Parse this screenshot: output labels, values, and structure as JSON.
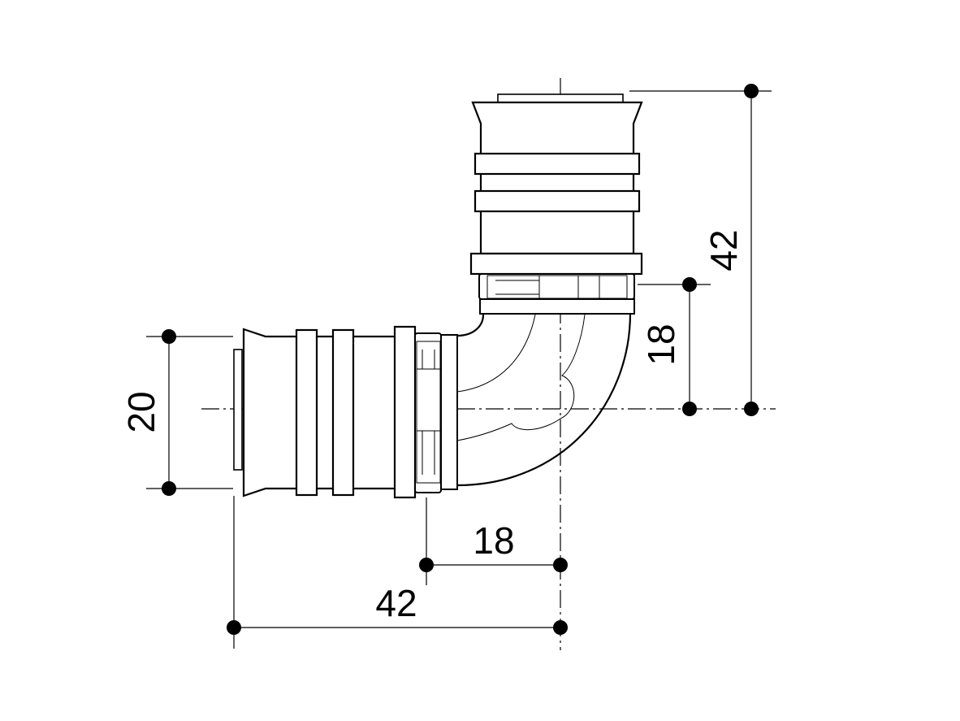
{
  "dimensions": {
    "vertical_total": "42",
    "vertical_offset": "18",
    "horizontal_offset": "18",
    "horizontal_total": "42",
    "pipe_diameter": "20"
  },
  "colors": {
    "stroke": "#000000",
    "background": "#ffffff"
  }
}
